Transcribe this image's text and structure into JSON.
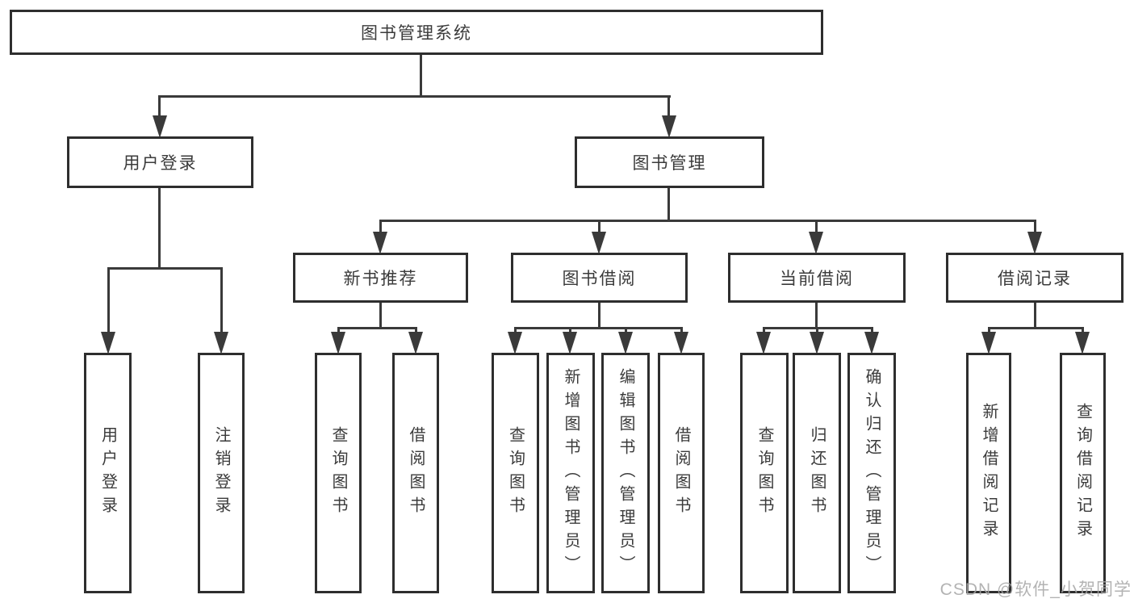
{
  "diagram": {
    "watermark": "CSDN @软件_小贺同学",
    "colors": {
      "line": "#3a3a3a",
      "border": "#2e2e2e",
      "text": "#3b3b3b",
      "watermark": "#a6a6a6",
      "background": "#ffffff"
    },
    "tree": {
      "label": "图书管理系统",
      "children": [
        {
          "label": "用户登录",
          "children": [
            {
              "label": "用户登录"
            },
            {
              "label": "注销登录"
            }
          ]
        },
        {
          "label": "图书管理",
          "children": [
            {
              "label": "新书推荐",
              "children": [
                {
                  "label": "查询图书"
                },
                {
                  "label": "借阅图书"
                }
              ]
            },
            {
              "label": "图书借阅",
              "children": [
                {
                  "label": "查询图书"
                },
                {
                  "label": "新增图书（管理员）"
                },
                {
                  "label": "编辑图书（管理员）"
                },
                {
                  "label": "借阅图书"
                }
              ]
            },
            {
              "label": "当前借阅",
              "children": [
                {
                  "label": "查询图书"
                },
                {
                  "label": "归还图书"
                },
                {
                  "label": "确认归还（管理员）"
                }
              ]
            },
            {
              "label": "借阅记录",
              "children": [
                {
                  "label": "新增借阅记录"
                },
                {
                  "label": "查询借阅记录"
                }
              ]
            }
          ]
        }
      ]
    }
  }
}
